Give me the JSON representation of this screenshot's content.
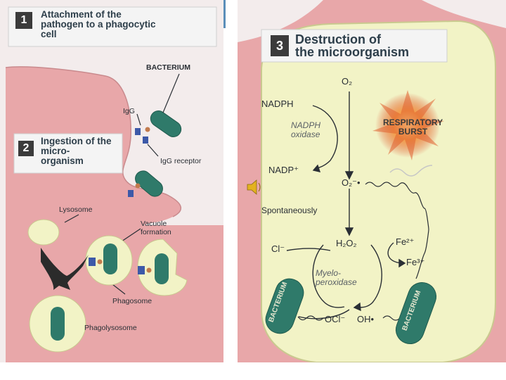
{
  "panel1": {
    "number": "1",
    "title": "Attachment of the\npathogen to a phagocytic\ncell"
  },
  "panel2": {
    "number": "2",
    "title": "Ingestion of the\nmicro-\norganism"
  },
  "panel3": {
    "number": "3",
    "title": "Destruction of\nthe microorganism"
  },
  "labels": {
    "bacterium": "BACTERIUM",
    "igg": "IgG",
    "igg_receptor": "IgG receptor",
    "lysosome": "Lysosome",
    "vacuole": "Vacuole\nformation",
    "phagosome": "Phagosome",
    "phagolysosome": "Phagolysosome"
  },
  "reaction": {
    "o2": "O₂",
    "nadph": "NADPH",
    "nadph_oxidase": "NADPH\noxidase",
    "nadp": "NADP⁺",
    "superoxide": "O₂⁻•",
    "spontaneously": "Spontaneously",
    "h2o2": "H₂O₂",
    "cl": "Cl⁻",
    "fe2": "Fe²⁺",
    "fe3": "Fe³⁺",
    "myeloperoxidase": "Myelo-\nperoxidase",
    "ocl": "OCl⁻",
    "oh": "OH•",
    "respiratory_burst": "RESPIRATORY\nBURST",
    "bacterium_left": "BACTERIUM",
    "bacterium_right": "BACTERIUM"
  },
  "colors": {
    "cell_pink": "#e8a7a9",
    "panel_bg": "#f3ecec",
    "cytoplasm": "#f2f3c6",
    "bacterium": "#2f7a6a",
    "receptor": "#3d59a8",
    "title_box": "#f2f2f2",
    "burst": "#d9452c"
  },
  "icons": [
    "speaker-icon"
  ]
}
